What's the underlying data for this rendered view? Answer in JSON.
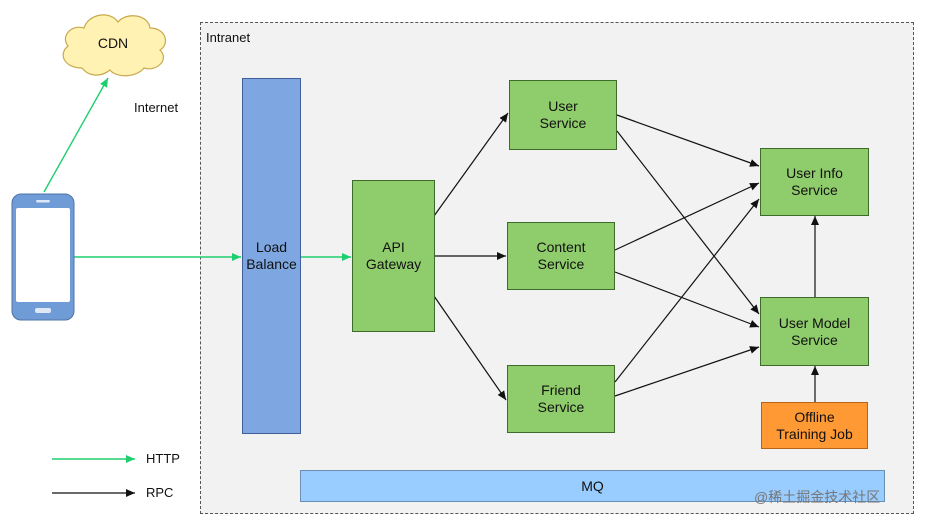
{
  "regions": {
    "intranet_label": "Intranet",
    "internet_label": "Internet"
  },
  "nodes": {
    "cdn": "CDN",
    "load_balance": "Load\nBalance",
    "api_gateway": "API\nGateway",
    "user_service": "User\nService",
    "content_service": "Content\nService",
    "friend_service": "Friend\nService",
    "user_info_service": "User Info\nService",
    "user_model_service": "User Model\nService",
    "offline_training_job": "Offline\nTraining Job",
    "mq": "MQ"
  },
  "legend": {
    "http": "HTTP",
    "rpc": "RPC"
  },
  "colors": {
    "http_edge": "#1fcf6f",
    "rpc_edge": "#111111",
    "service": "#8fcc6b",
    "load_balancer": "#7ea6e0",
    "offline_job": "#ff9933",
    "queue": "#99ccff",
    "phone": "#6f9bd6"
  },
  "icons": {
    "cdn": "cloud-icon",
    "client": "smartphone-icon"
  },
  "watermark": "@稀土掘金技术社区"
}
